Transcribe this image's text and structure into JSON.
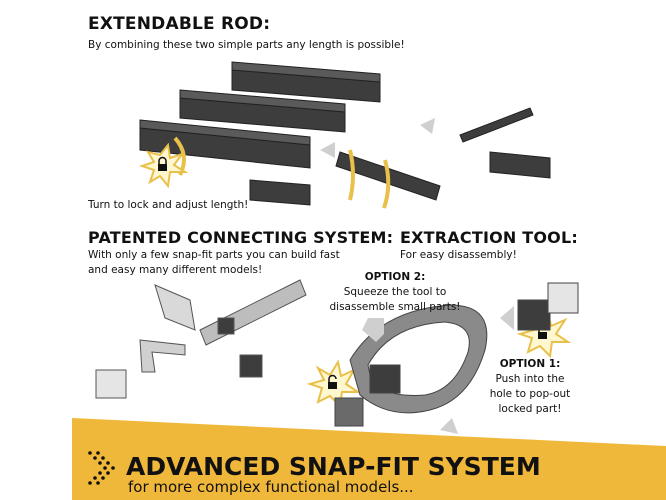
{
  "rod": {
    "title": "EXTENDABLE ROD:",
    "subtitle": "By combining these two simple parts any length is possible!",
    "caption": "Turn to lock and adjust length!"
  },
  "connecting": {
    "title": "PATENTED CONNECTING SYSTEM:",
    "lines": [
      "With only a few snap-fit parts you can build fast",
      "and easy many different models!"
    ]
  },
  "extraction": {
    "title": "EXTRACTION TOOL:",
    "subtitle": "For easy disassembly!",
    "option2": {
      "title": "OPTION 2:",
      "lines": [
        "Squeeze the tool to",
        "disassemble small parts!"
      ]
    },
    "option1": {
      "title": "OPTION 1:",
      "lines": [
        "Push into the",
        "hole to pop-out",
        "locked part!"
      ]
    }
  },
  "banner": {
    "title": "ADVANCED SNAP-FIT SYSTEM",
    "subtitle": "for more complex functional models...",
    "color": "#f0b83a"
  },
  "colors": {
    "part_dark": "#3d3d3d",
    "part_light": "#d9d9d9",
    "accent": "#e8c04a"
  }
}
